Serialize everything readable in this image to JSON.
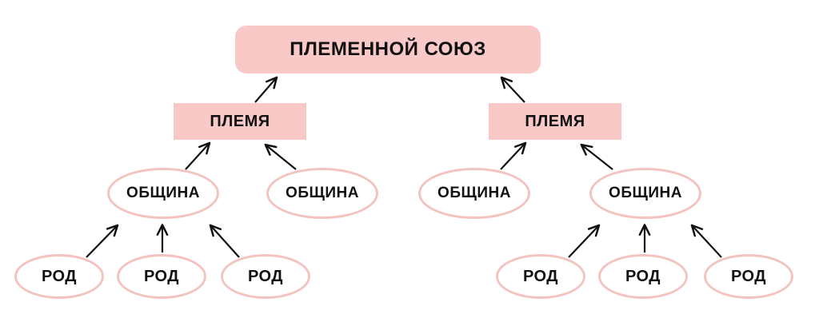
{
  "union": {
    "label": "ПЛЕМЕННОЙ СОЮЗ"
  },
  "tribes": [
    {
      "label": "ПЛЕМЯ"
    },
    {
      "label": "ПЛЕМЯ"
    }
  ],
  "communities": [
    {
      "label": "ОБЩИНА"
    },
    {
      "label": "ОБЩИНА"
    },
    {
      "label": "ОБЩИНА"
    },
    {
      "label": "ОБЩИНА"
    }
  ],
  "clans": [
    {
      "label": "РОД"
    },
    {
      "label": "РОД"
    },
    {
      "label": "РОД"
    },
    {
      "label": "РОД"
    },
    {
      "label": "РОД"
    },
    {
      "label": "РОД"
    }
  ],
  "colors": {
    "fill": "#f8c9c6",
    "outline": "#f3c3c0",
    "arrow": "#111111",
    "text": "#111111"
  }
}
